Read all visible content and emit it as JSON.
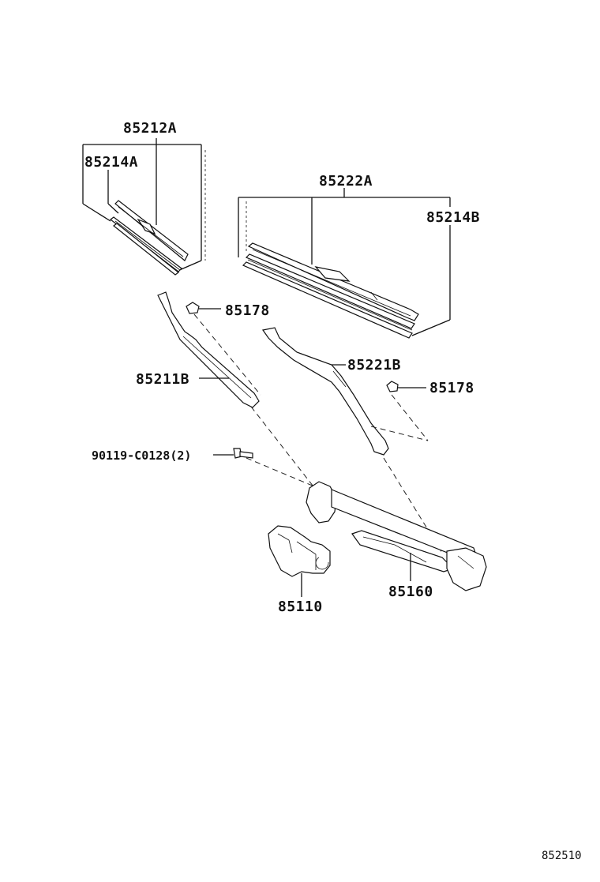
{
  "labels": {
    "blade_assy_front": "85212A",
    "blade_rubber_front": "85214A",
    "blade_assy_rear": "85222A",
    "blade_rubber_rear": "85214B",
    "cap_upper": "85178",
    "cap_lower": "85178",
    "arm_left": "85211B",
    "arm_right": "85221B",
    "bolt": "90119-C0128(2)",
    "motor": "85110",
    "link": "85160"
  },
  "footer": {
    "diagram_code": "852510"
  }
}
